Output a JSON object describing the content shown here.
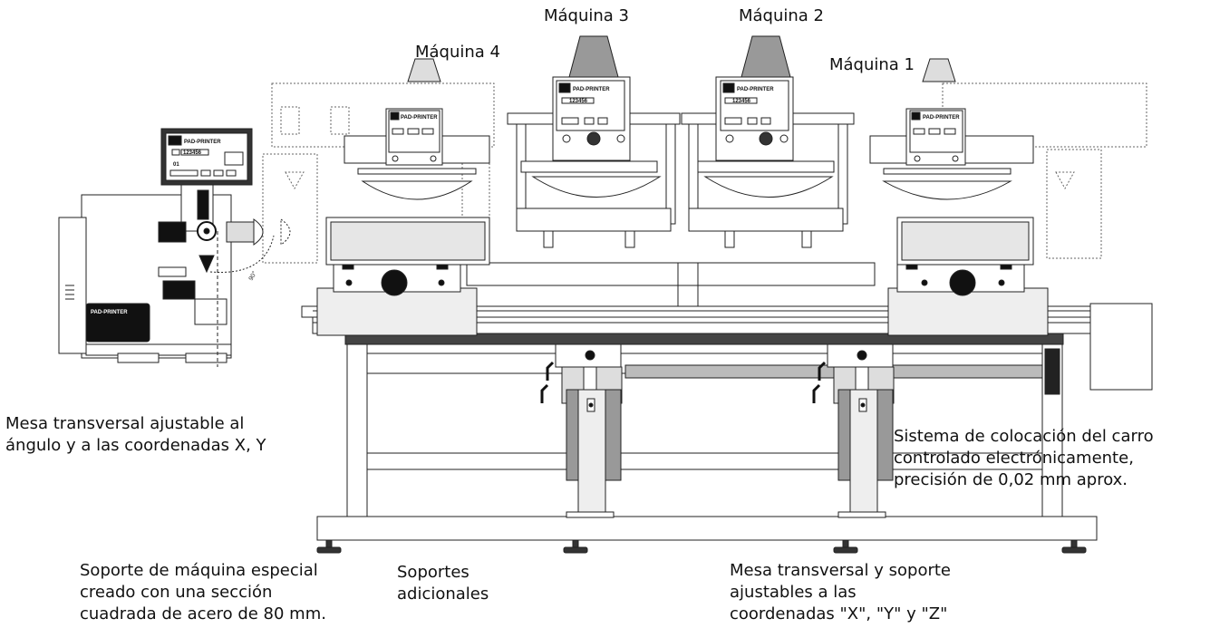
{
  "labels": {
    "maquina_1": "Máquina 1",
    "maquina_2": "Máquina 2",
    "maquina_3": "Máquina 3",
    "maquina_4": "Máquina 4",
    "mesa_xy": [
      "Mesa transversal ajustable al",
      "ángulo y a las coordenadas X, Y"
    ],
    "sistema": [
      "Sistema de colocación del carro",
      "controlado electrónicamente,",
      "precisión de 0,02 mm aprox."
    ],
    "soporte_maquina": [
      "Soporte de máquina especial",
      "creado con una sección",
      "cuadrada de acero de 80 mm."
    ],
    "soportes_adicionales": [
      "Soportes",
      "adicionales"
    ],
    "mesa_xyz": [
      "Mesa transversal y soporte",
      "ajustables a las",
      "coordenadas \"X\", \"Y\" y \"Z\""
    ]
  },
  "control_panel": {
    "brand": "PAD-PRINTER",
    "counter": "123456",
    "program": "01"
  },
  "angle_mark": "90°"
}
